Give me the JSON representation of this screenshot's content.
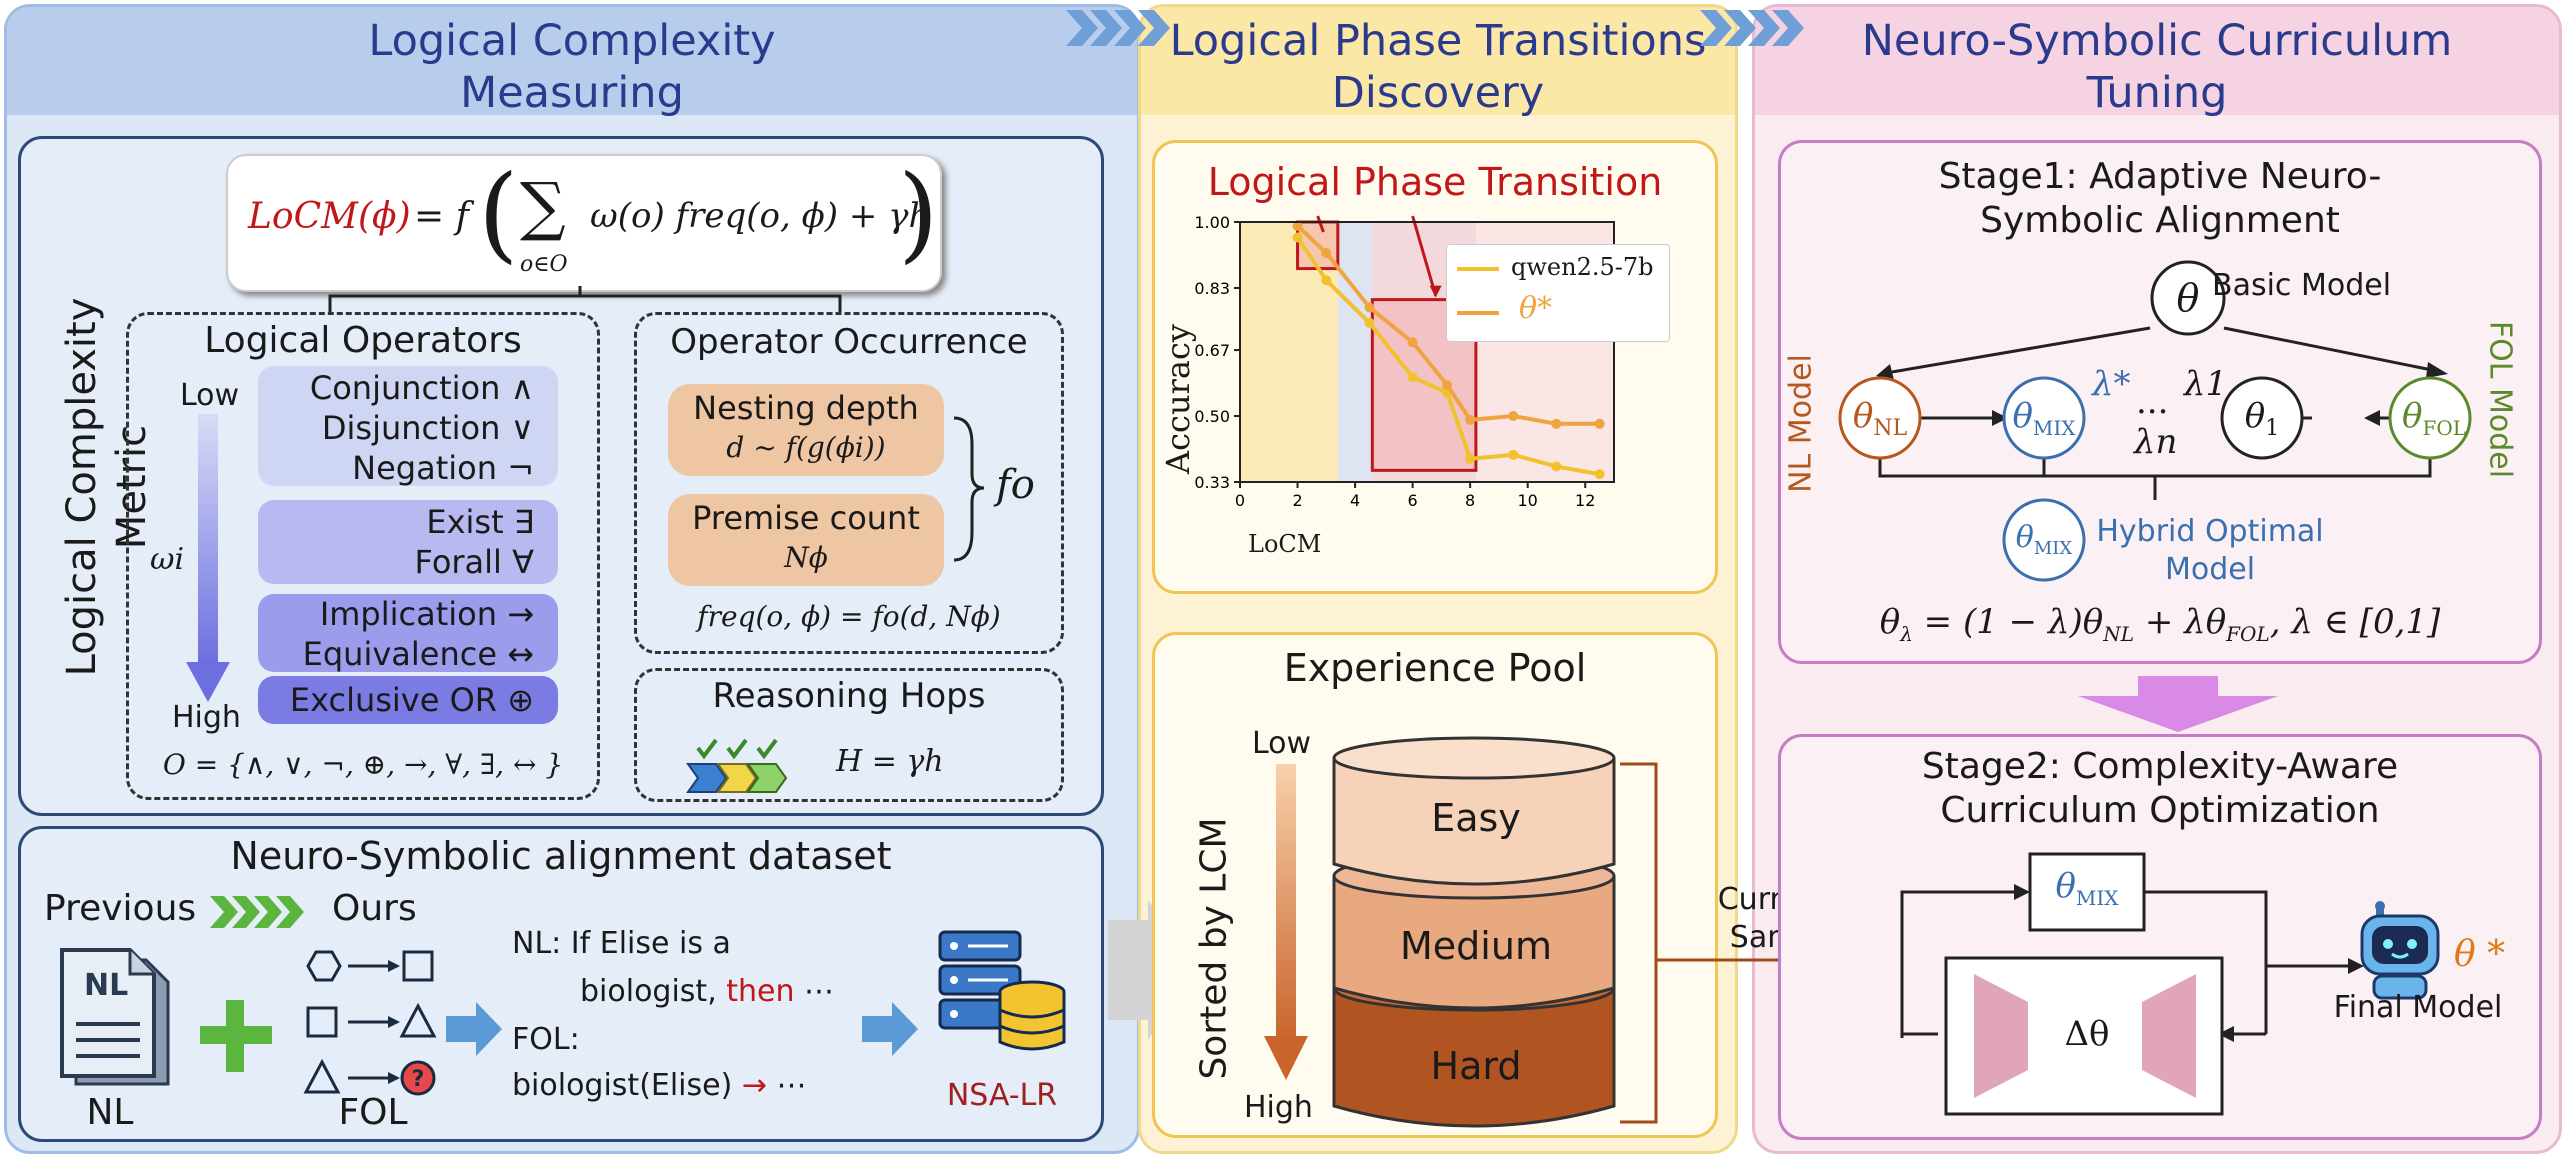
{
  "panels": {
    "left_title_1": "Logical Complexity",
    "left_title_2": "Measuring",
    "mid_title_1": "Logical Phase Transitions",
    "mid_title_2": "Discovery",
    "right_title_1": "Neuro-Symbolic Curriculum",
    "right_title_2": "Tuning"
  },
  "metric": {
    "vertical_label": "Logical Complexity Metric",
    "formula_lhs": "LoCM(ϕ)",
    "formula_rhs_1": "= f",
    "formula_sum": "∑",
    "formula_sub": "o∈O",
    "formula_body": "ω(o)  freq(o, ϕ) + γh",
    "operators_title": "Logical Operators",
    "low": "Low",
    "high": "High",
    "weight": "ωi",
    "op_conj": "Conjunction ∧",
    "op_disj": "Disjunction ∨",
    "op_neg": "Negation ¬",
    "op_exist": "Exist ∃",
    "op_forall": "Forall ∀",
    "op_impl": "Implication →",
    "op_equiv": "Equivalence ↔",
    "op_xor": "Exclusive OR ⊕",
    "set_def": "O = {∧,  ∨, ¬, ⊕, →,  ∀,  ∃, ↔ }",
    "occurrence_title": "Operator Occurrence",
    "nesting_1": "Nesting depth",
    "nesting_2": "d ~ f(g(ϕi))",
    "premise_1": "Premise count",
    "premise_2": "Nϕ",
    "fo": "fo",
    "freq_def": "freq(o, ϕ) = fo(d, Nϕ)",
    "hops_title": "Reasoning Hops",
    "hops_formula": "H = γh"
  },
  "dataset": {
    "title": "Neuro-Symbolic alignment dataset",
    "previous": "Previous",
    "ours": "Ours",
    "nl_doc": "NL",
    "nl_label": "NL",
    "fol_label": "FOL",
    "nl_line1": "NL: If Elise is a",
    "nl_line2a": "biologist, ",
    "nl_line2b": "then",
    "nl_line2c": " ⋯",
    "fol_line1": "FOL:",
    "fol_line2a": "biologist(Elise) ",
    "fol_line2b": "→",
    "fol_line2c": "  ⋯",
    "db_label": "NSA-LR"
  },
  "phase": {
    "title": "Logical Phase Transition",
    "ylabel": "Accuracy",
    "xlabel_inside": "LoCM",
    "legend_1": "qwen2.5-7b",
    "legend_2": "θ*"
  },
  "chart_data": {
    "type": "line",
    "ylabel": "Accuracy",
    "xlabel": "LoCM",
    "xlim": [
      0,
      13
    ],
    "ylim": [
      0.33,
      1.0
    ],
    "xticks": [
      0,
      2,
      4,
      6,
      8,
      10,
      12
    ],
    "yticks": [
      0.33,
      0.5,
      0.67,
      0.83,
      1.0
    ],
    "series": [
      {
        "name": "qwen2.5-7b",
        "color": "#f2c12e",
        "x": [
          2,
          3,
          4.5,
          6,
          7.2,
          8,
          9.5,
          11,
          12.5
        ],
        "y": [
          0.96,
          0.85,
          0.74,
          0.6,
          0.56,
          0.39,
          0.4,
          0.37,
          0.35
        ]
      },
      {
        "name": "θ*",
        "color": "#f0a440",
        "x": [
          2,
          3,
          4.5,
          6,
          7.2,
          8,
          9.5,
          11,
          12.5
        ],
        "y": [
          0.99,
          0.92,
          0.78,
          0.69,
          0.58,
          0.49,
          0.5,
          0.48,
          0.48
        ]
      }
    ]
  },
  "pool": {
    "title": "Experience Pool",
    "low": "Low",
    "high": "High",
    "sorted": "Sorted by LCM",
    "easy": "Easy",
    "medium": "Medium",
    "hard": "Hard",
    "sampling_1": "Curriculum",
    "sampling_2": "Sampling"
  },
  "stage1": {
    "title_1": "Stage1: Adaptive Neuro-",
    "title_2": "Symbolic Alignment",
    "theta": "θ",
    "basic": "Basic Model",
    "nl_model": "NL Model",
    "fol_model": "FOL Model",
    "theta_nl": "θNL",
    "theta_mix": "θMIX",
    "lambda_star": "λ*",
    "dots": "...",
    "lambda_1": "λ1",
    "lambda_n": "λn",
    "theta_1": "θ1",
    "theta_fol": "θFOL",
    "hybrid_1": "Hybrid Optimal",
    "hybrid_2": "Model",
    "formula": "θλ = (1 − λ)θNL + λθFOL, λ ∈ [0,1]"
  },
  "stage2": {
    "title_1": "Stage2: Complexity-Aware",
    "title_2": "Curriculum Optimization",
    "theta_mix": "θMIX",
    "delta": "Δθ",
    "theta_star": "θ *",
    "final": "Final Model"
  },
  "colors": {
    "left_bg": "#d9e5f7",
    "left_header": "#b3cbea",
    "mid_bg": "#fdf2cf",
    "right_bg": "#f9e4ee",
    "title_blue": "#2a3a8c",
    "accent_red": "#c01818",
    "nl_orange": "#b5581e",
    "mix_blue": "#3a6fb0",
    "fol_green": "#5b8a2a"
  }
}
